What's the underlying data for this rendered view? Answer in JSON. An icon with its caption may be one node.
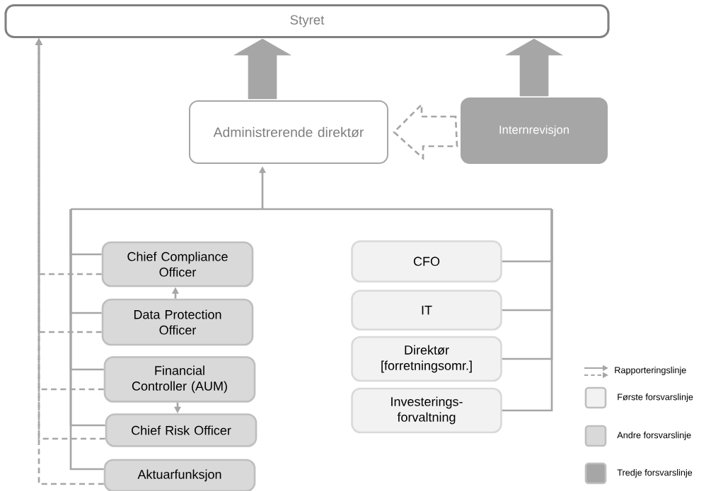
{
  "diagram": {
    "nodes": [
      {
        "text": [
          "Styret"
        ]
      },
      {
        "text": [
          "Administrerende direktør"
        ]
      },
      {
        "text": [
          "Internrevisjon"
        ]
      },
      {
        "text": [
          "Chief Compliance Officer"
        ]
      },
      {
        "text": [
          "Data Protection Officer"
        ]
      },
      {
        "text": [
          "Financial Controller (AUM)"
        ]
      },
      {
        "text": [
          "Chief Risk Officer"
        ]
      },
      {
        "text": [
          "Aktuarfunksjon"
        ]
      },
      {
        "text": [
          "CFO"
        ]
      },
      {
        "text": [
          "IT"
        ]
      },
      {
        "text": [
          "Direktør [forretningsomr.]"
        ]
      },
      {
        "text": [
          "Investerings- forvaltning"
        ]
      }
    ],
    "edges": [
      {
        "from": 1,
        "to": 0,
        "arrow": "to",
        "style": "thick"
      },
      {
        "from": 2,
        "to": 0,
        "arrow": "to",
        "style": "thick"
      },
      {
        "from": 2,
        "to": 1,
        "arrow": "to",
        "style": "dashed"
      },
      {
        "from": 3,
        "to": 1,
        "arrow": "to"
      },
      {
        "from": 4,
        "to": 1,
        "arrow": "to"
      },
      {
        "from": 5,
        "to": 1,
        "arrow": "to"
      },
      {
        "from": 6,
        "to": 1,
        "arrow": "to"
      },
      {
        "from": 7,
        "to": 1,
        "arrow": "to"
      },
      {
        "from": 8,
        "to": 1,
        "arrow": "to"
      },
      {
        "from": 9,
        "to": 1,
        "arrow": "to"
      },
      {
        "from": 10,
        "to": 1,
        "arrow": "to"
      },
      {
        "from": 11,
        "to": 1,
        "arrow": "to"
      },
      {
        "from": 3,
        "to": 0,
        "arrow": "to",
        "style": "dashed"
      },
      {
        "from": 4,
        "to": 0,
        "arrow": "to",
        "style": "dashed"
      },
      {
        "from": 5,
        "to": 0,
        "arrow": "to",
        "style": "dashed"
      },
      {
        "from": 6,
        "to": 0,
        "arrow": "to",
        "style": "dashed"
      },
      {
        "from": 7,
        "to": 0,
        "arrow": "to",
        "style": "dashed"
      },
      {
        "from": 4,
        "to": 3,
        "arrow": "to"
      },
      {
        "from": 5,
        "to": 6,
        "arrow": "to"
      }
    ],
    "legend": [
      {
        "text": "Rapporteringslinje"
      },
      {
        "text": "Første forsvarslinje",
        "color": "#f2f2f2"
      },
      {
        "text": "Andre forsvarslinje",
        "color": "#d9d9d9"
      },
      {
        "text": "Tredje forsvarslinje",
        "color": "#a6a6a6"
      }
    ]
  }
}
